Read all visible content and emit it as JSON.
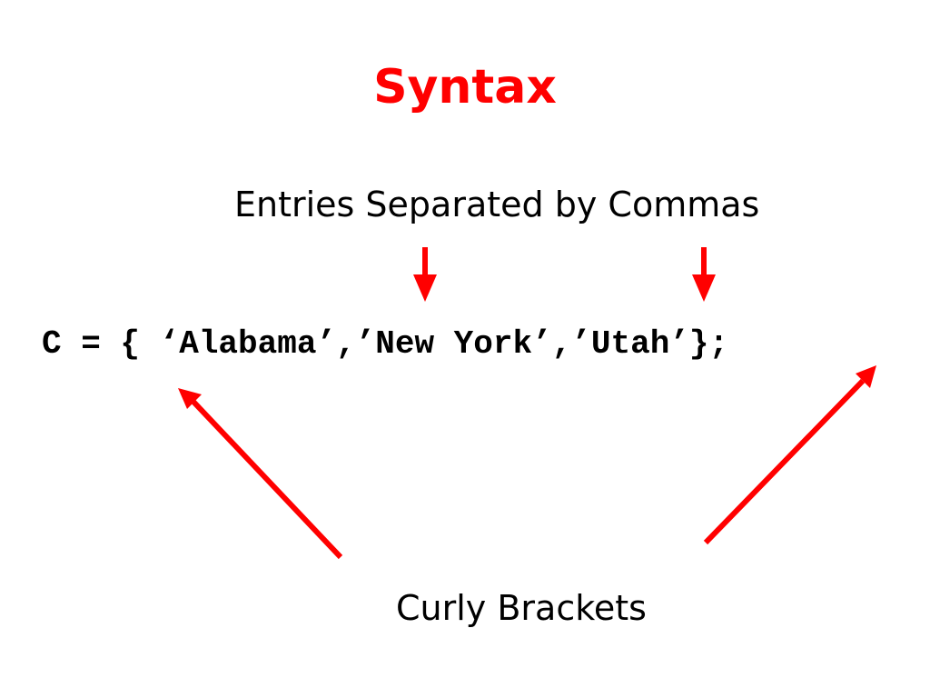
{
  "slide": {
    "title": "Syntax",
    "label_commas": "Entries Separated by Commas",
    "code_line": "C = { ‘Alabama’,’New York’,’Utah’};",
    "label_brackets": "Curly Brackets"
  },
  "colors": {
    "title": "#ff0000",
    "arrow": "#ff0000",
    "text": "#000000",
    "background": "#ffffff"
  }
}
